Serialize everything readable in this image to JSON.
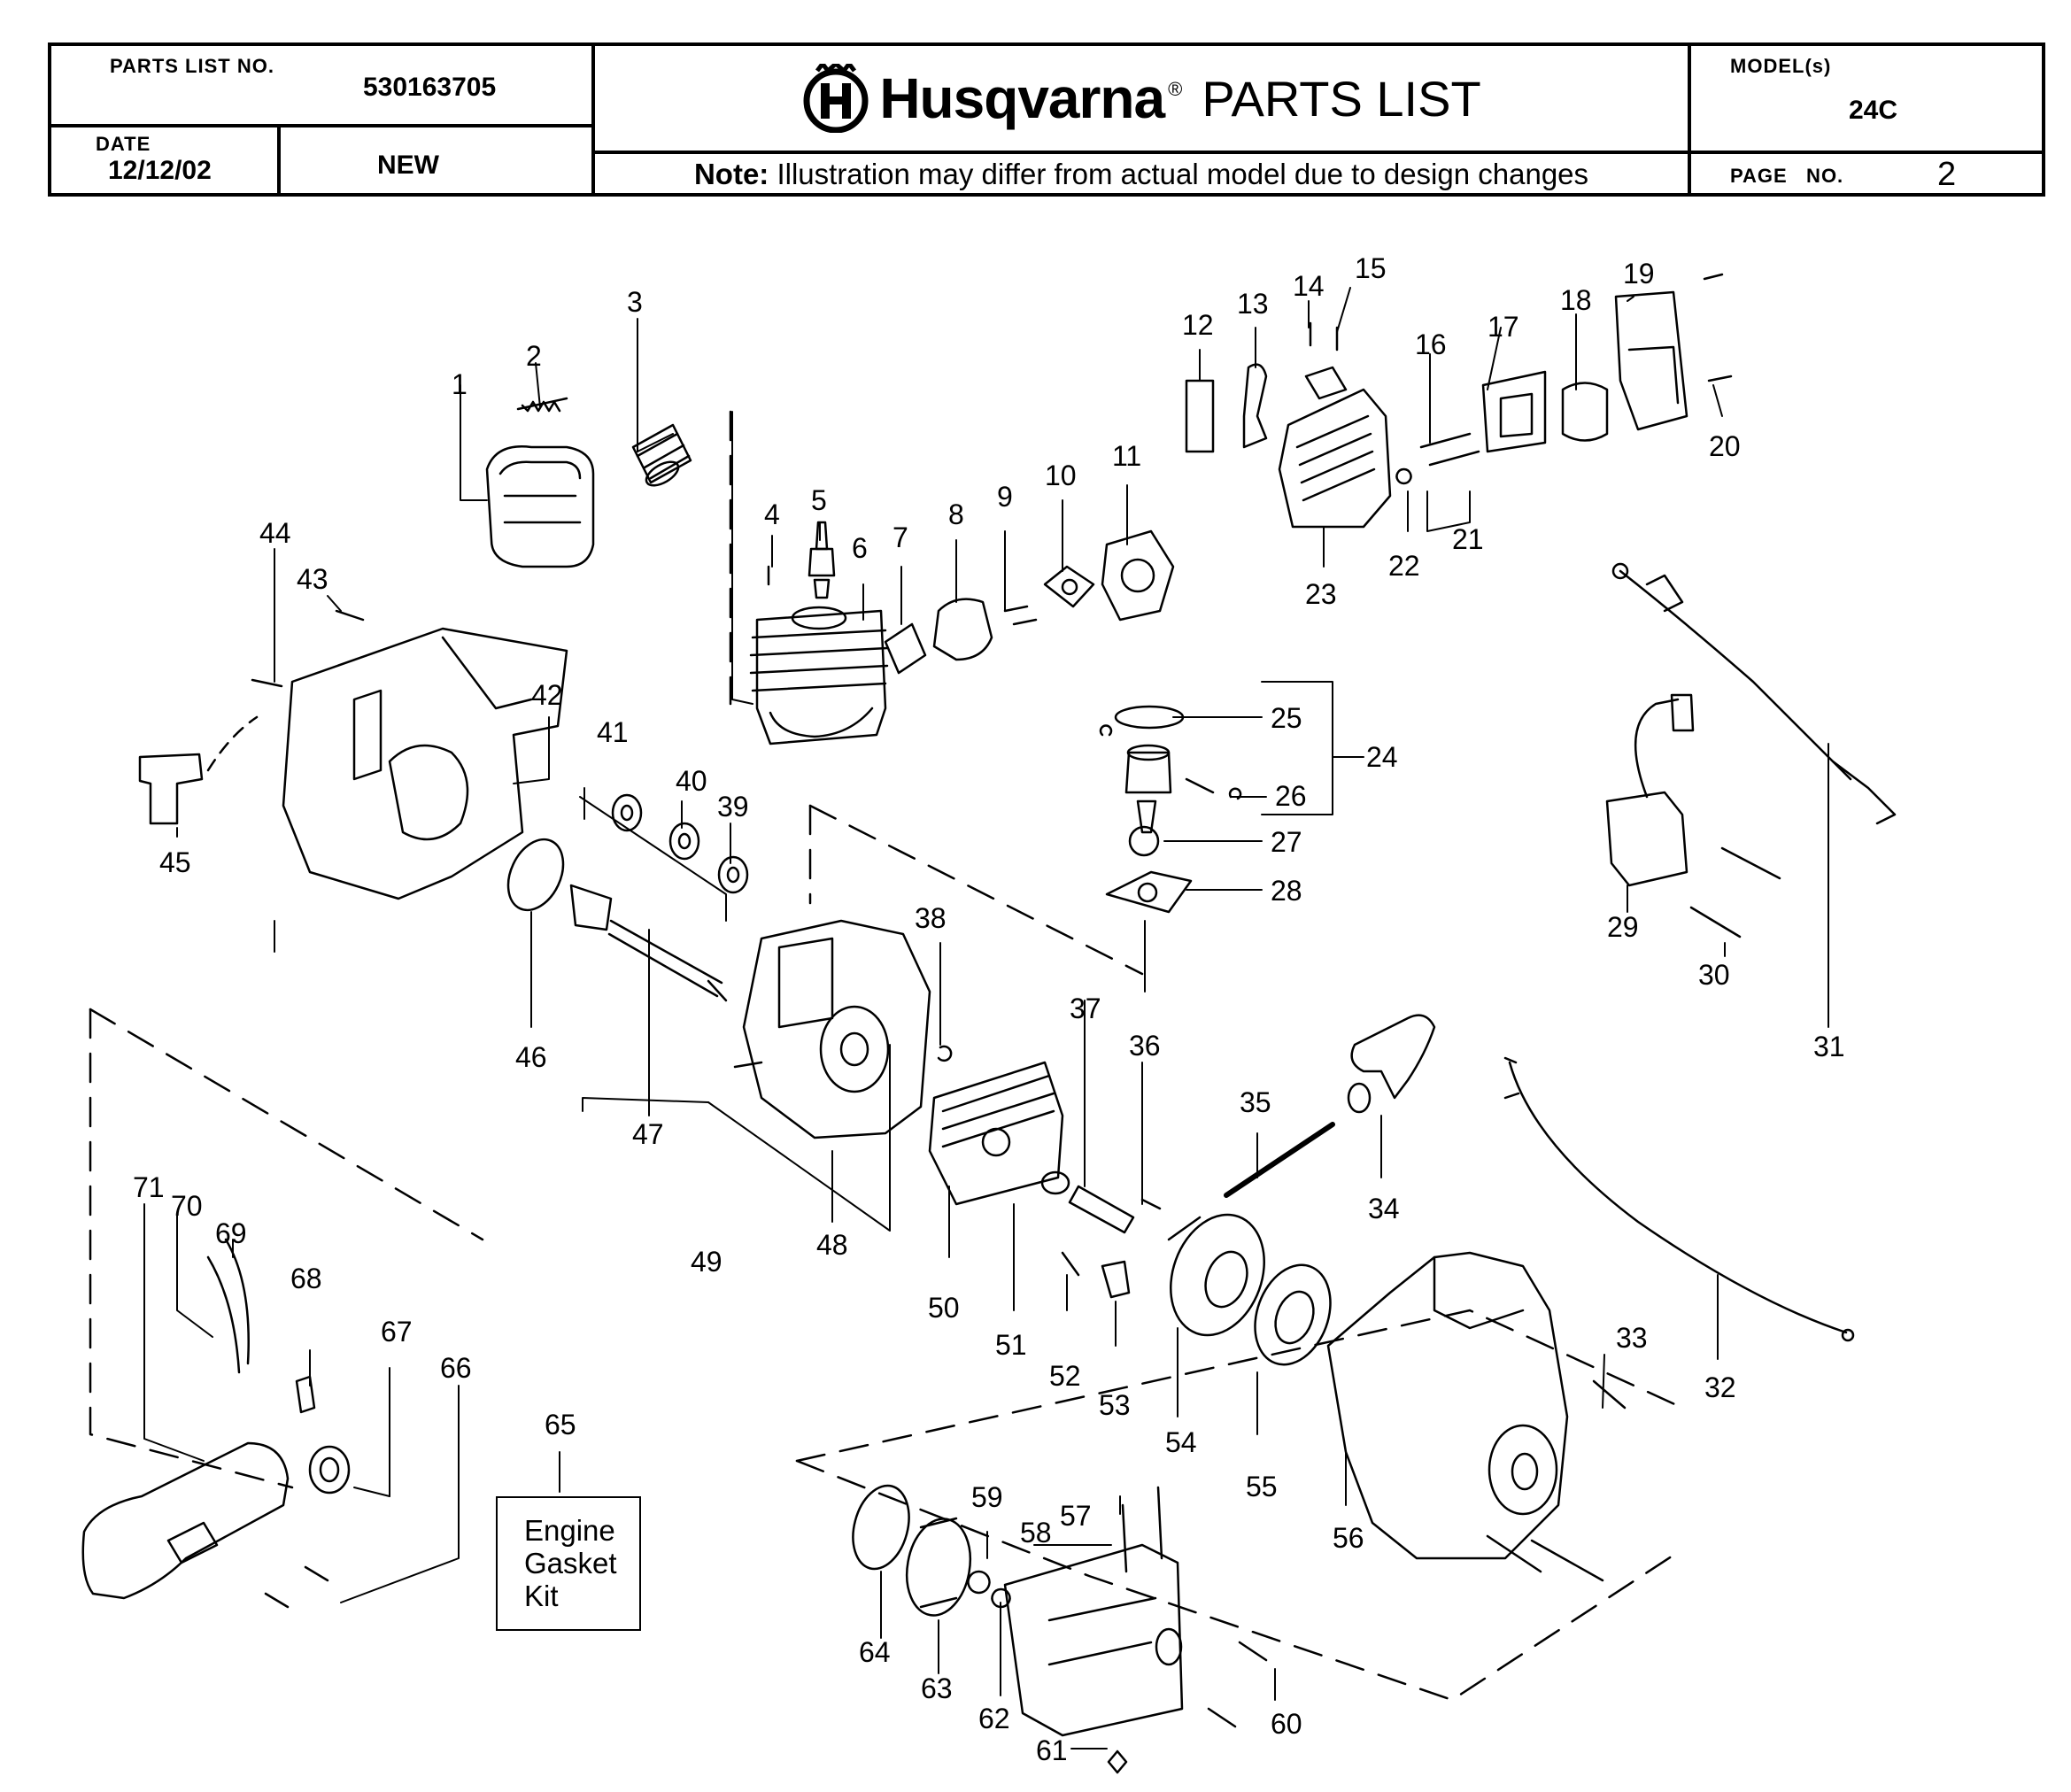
{
  "header": {
    "parts_list_no_label": "PARTS LIST NO.",
    "parts_list_no": "530163705",
    "date_label": "DATE",
    "date": "12/12/02",
    "status": "NEW",
    "brand": "Husqvarna",
    "registered_mark": "®",
    "title": "PARTS LIST",
    "note_label": "Note:",
    "note_text": "Illustration may differ from actual model due to design changes",
    "models_label": "MODEL(s)",
    "model": "24C",
    "page_label": "PAGE   NO.",
    "page_no": "2"
  },
  "kit_box": {
    "line1": "Engine",
    "line2": "Gasket",
    "line3": "Kit"
  },
  "callouts": [
    "1",
    "2",
    "3",
    "4",
    "5",
    "6",
    "7",
    "8",
    "9",
    "10",
    "11",
    "12",
    "13",
    "14",
    "15",
    "16",
    "17",
    "18",
    "19",
    "20",
    "21",
    "22",
    "23",
    "24",
    "25",
    "26",
    "27",
    "28",
    "29",
    "30",
    "31",
    "32",
    "33",
    "34",
    "35",
    "36",
    "37",
    "38",
    "39",
    "40",
    "41",
    "42",
    "43",
    "44",
    "45",
    "46",
    "47",
    "48",
    "49",
    "50",
    "51",
    "52",
    "53",
    "54",
    "55",
    "56",
    "57",
    "58",
    "59",
    "60",
    "61",
    "62",
    "63",
    "64",
    "65",
    "66",
    "67",
    "68",
    "69",
    "70",
    "71"
  ],
  "colors": {
    "ink": "#000000",
    "paper": "#ffffff"
  }
}
